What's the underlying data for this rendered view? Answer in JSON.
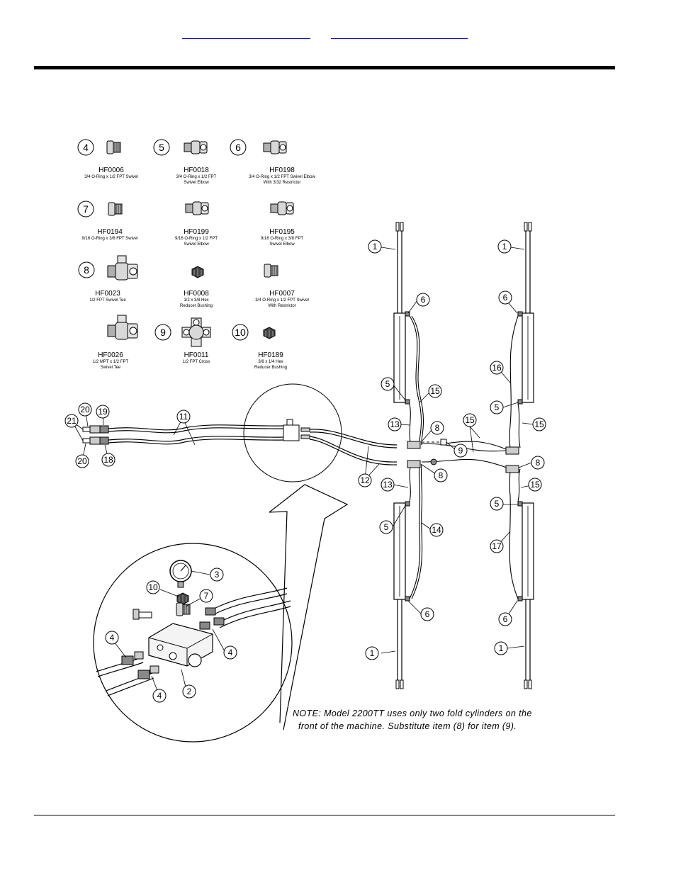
{
  "header": {
    "links": [
      {
        "label": ""
      },
      {
        "label": ""
      }
    ]
  },
  "parts": [
    {
      "item": "4",
      "pn": "HF0006",
      "desc1": "3/4 O-Ring x 1/2 FPT Swivel",
      "desc2": ""
    },
    {
      "item": "5",
      "pn": "HF0018",
      "desc1": "3/4 O-Ring x 1/2 FPT",
      "desc2": "Swivel Elbow"
    },
    {
      "item": "6",
      "pn": "HF0198",
      "desc1": "3/4 O-Ring x 1/2 FPT Swivel Elbow",
      "desc2": "With 3/32 Restrictor"
    },
    {
      "item": "7",
      "pn": "HF0194",
      "desc1": "9/16 O-Ring x 3/8 FPT Swivel",
      "desc2": ""
    },
    {
      "item": "",
      "pn": "HF0199",
      "desc1": "9/16 O-Ring x 1/2 FPT",
      "desc2": "Swivel Elbow"
    },
    {
      "item": "",
      "pn": "HF0195",
      "desc1": "9/16 O-Ring x 3/8 FPT",
      "desc2": "Swivel Elbow"
    },
    {
      "item": "8",
      "pn": "HF0023",
      "desc1": "1/2 FPT Swivel Tee",
      "desc2": ""
    },
    {
      "item": "",
      "pn": "HF0008",
      "desc1": "1/2  x 3/8 Hex",
      "desc2": "Reducer Bushing"
    },
    {
      "item": "",
      "pn": "HF0007",
      "desc1": "3/4 O-Ring x 1/2 FPT Swivel",
      "desc2": "With Restrictor"
    },
    {
      "item": "",
      "pn": "HF0026",
      "desc1": "1/2 MPT x 1/2 FPT",
      "desc2": "Swivel Tee"
    },
    {
      "item": "9",
      "pn": "HF0011",
      "desc1": "1/2 FPT Cross",
      "desc2": ""
    },
    {
      "item": "10",
      "pn": "HF0189",
      "desc1": "3/8 x 1/4 Hex",
      "desc2": "Reducer Bushing"
    }
  ],
  "callouts": [
    "1",
    "1",
    "1",
    "1",
    "6",
    "6",
    "6",
    "6",
    "5",
    "5",
    "5",
    "5",
    "15",
    "15",
    "15",
    "15",
    "13",
    "13",
    "8",
    "8",
    "8",
    "9",
    "12",
    "14",
    "16",
    "17",
    "11",
    "18",
    "19",
    "20",
    "20",
    "21",
    "3",
    "10",
    "7",
    "4",
    "4",
    "4",
    "2"
  ],
  "note": {
    "line1": "NOTE:  Model 2200TT uses only two fold cylinders on the",
    "line2": "front of the machine. Substitute item (8) for item (9)."
  }
}
